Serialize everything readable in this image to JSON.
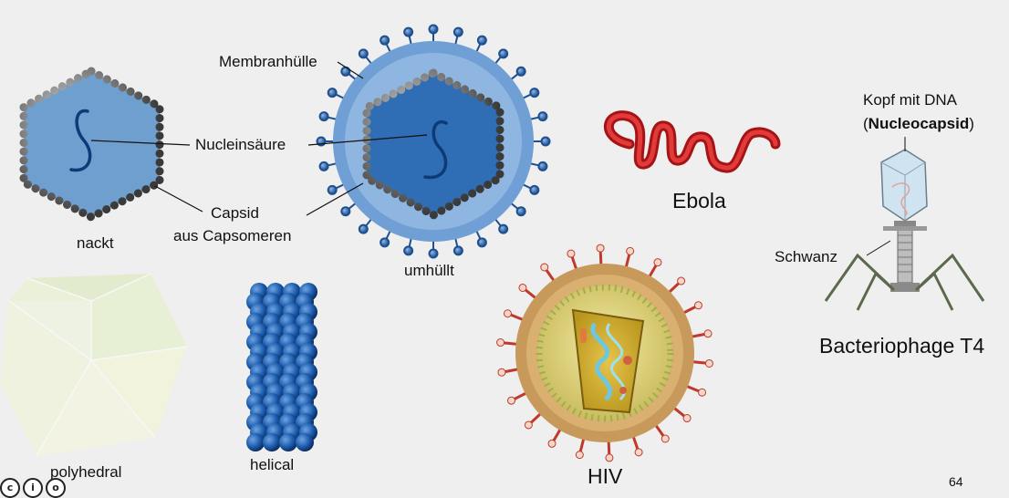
{
  "labels": {
    "membranhuelle": "Membranhülle",
    "nucleinsaeure": "Nucleinsäure",
    "capsid": "Capsid",
    "aus_capsomeren": "aus Capsomeren",
    "nackt": "nackt",
    "umhuellt": "umhüllt",
    "ebola": "Ebola",
    "kopf_mit_dna": "Kopf mit DNA",
    "nucleocapsid_open": "(",
    "nucleocapsid": "Nucleocapsid",
    "nucleocapsid_close": ")",
    "schwanz": "Schwanz",
    "bacteriophage": "Bacteriophage T4",
    "polyhedral": "polyhedral",
    "helical": "helical",
    "hiv": "HIV",
    "page_number": "64"
  },
  "license_icons": [
    "cc-icon",
    "by-icon",
    "sa-icon"
  ]
}
